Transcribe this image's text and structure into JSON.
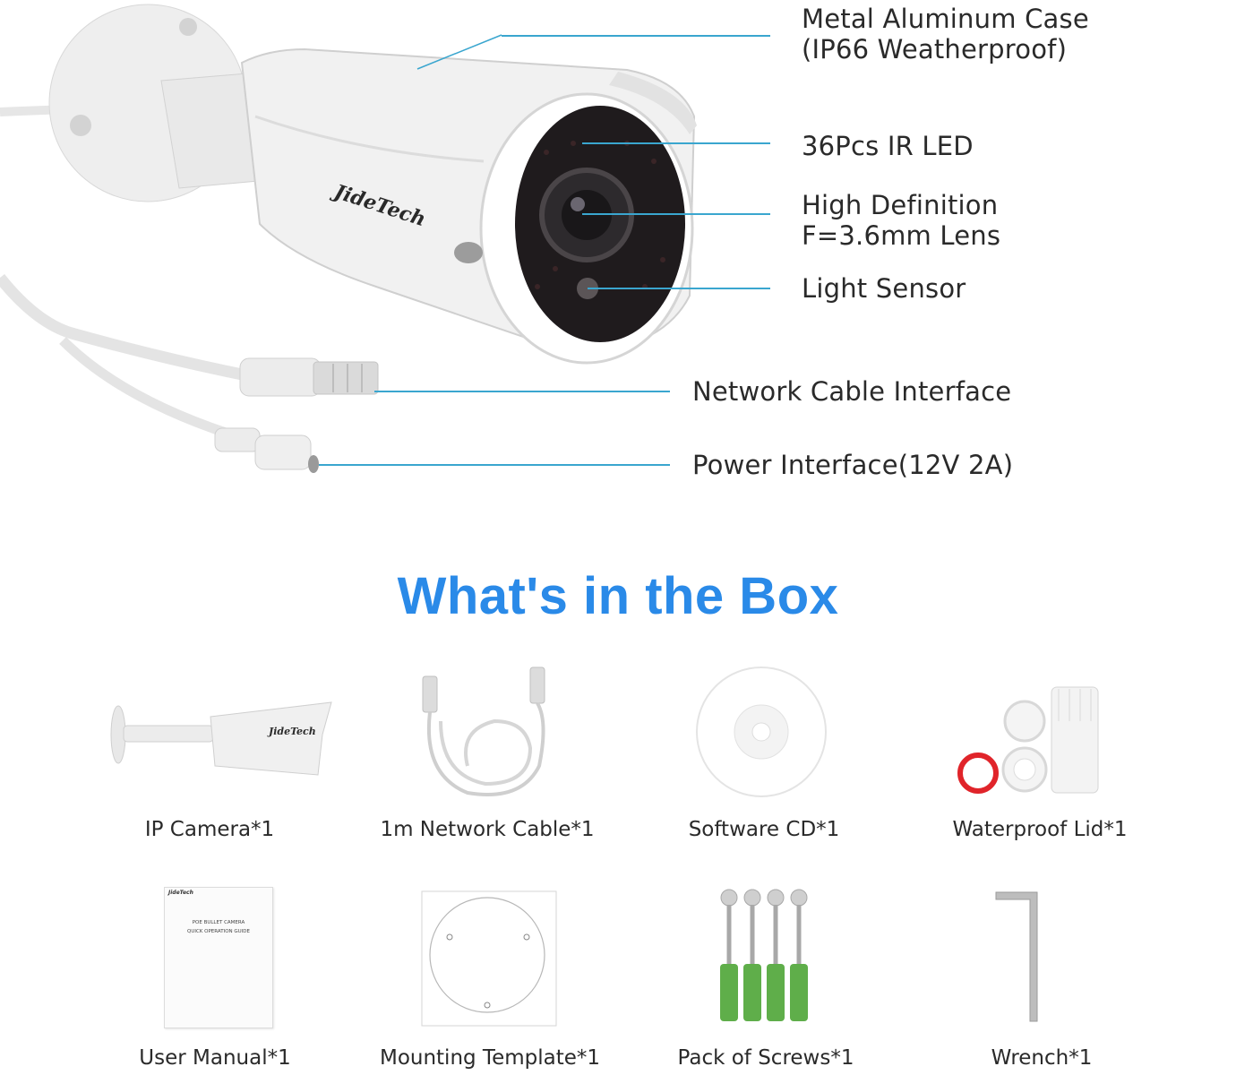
{
  "callouts": [
    {
      "lines": [
        "Metal Aluminum Case",
        "(IP66 Weatherproof)"
      ]
    },
    {
      "lines": [
        "36Pcs IR LED"
      ]
    },
    {
      "lines": [
        "High Definition",
        "F=3.6mm Lens"
      ]
    },
    {
      "lines": [
        "Light Sensor"
      ]
    },
    {
      "lines": [
        "Network Cable Interface"
      ]
    },
    {
      "lines": [
        "Power Interface(12V 2A)"
      ]
    }
  ],
  "brand_logo": "JideTech",
  "section": {
    "title": "What's in the Box"
  },
  "box_items": [
    {
      "label": "IP Camera*1",
      "icon": "camera-icon"
    },
    {
      "label": "1m Network Cable*1",
      "icon": "network-cable-icon"
    },
    {
      "label": "Software CD*1",
      "icon": "cd-icon"
    },
    {
      "label": "Waterproof Lid*1",
      "icon": "waterproof-lid-icon"
    },
    {
      "label": "User Manual*1",
      "icon": "manual-icon"
    },
    {
      "label": "Mounting Template*1",
      "icon": "template-icon"
    },
    {
      "label": "Pack of Screws*1",
      "icon": "screws-icon"
    },
    {
      "label": "Wrench*1",
      "icon": "wrench-icon"
    }
  ],
  "manual_text": {
    "brand": "JideTech",
    "line1": "POE BULLET CAMERA",
    "line2": "QUICK OPERATION GUIDE"
  },
  "colors": {
    "accent_blue": "#2a8ae8",
    "callout_line": "#3aa6cf",
    "seal_red": "#e0242a",
    "anchor_green": "#5fae4a"
  }
}
